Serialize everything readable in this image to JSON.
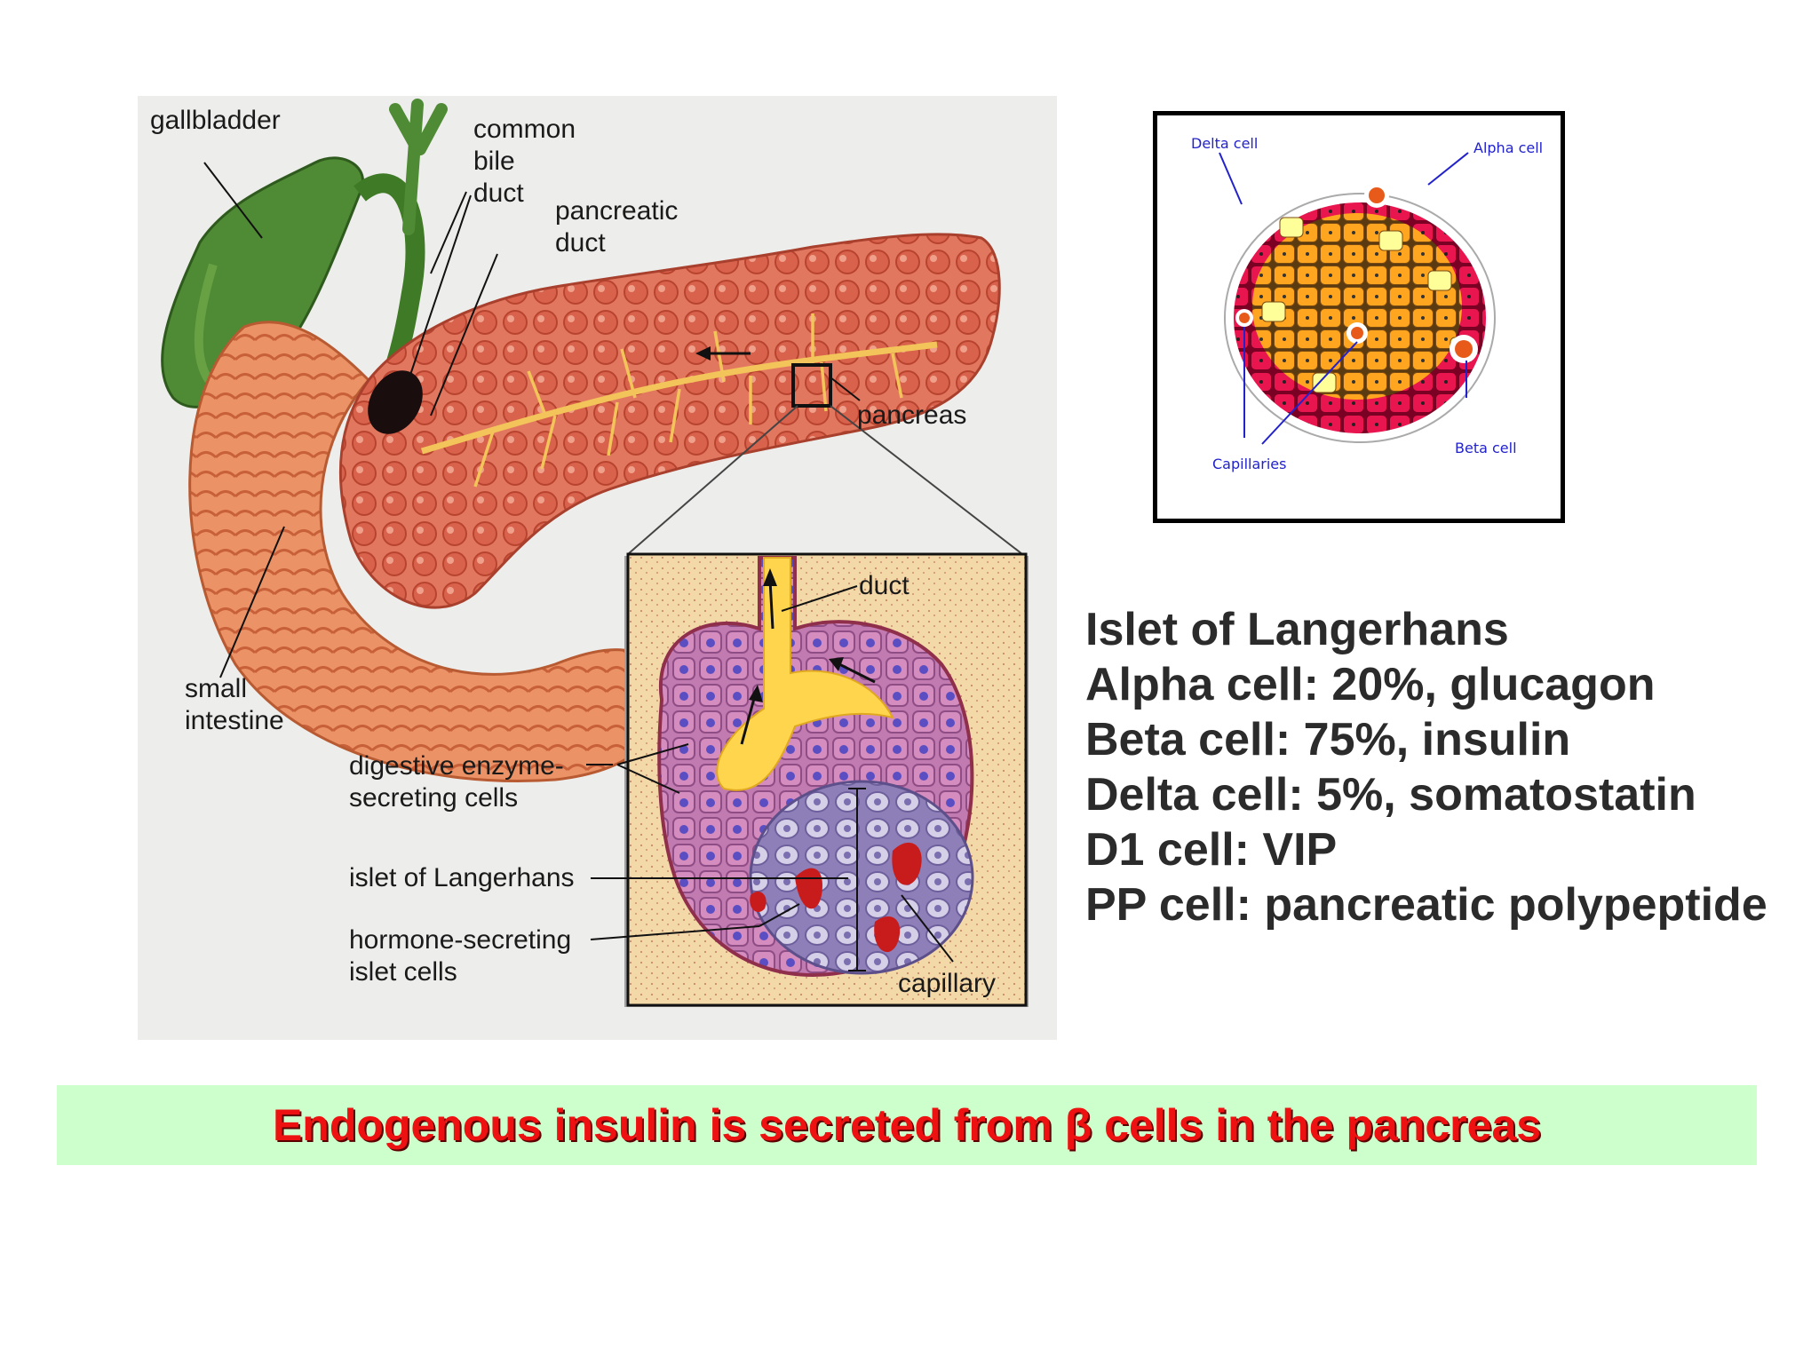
{
  "figure": {
    "labels": {
      "gallbladder": "gallbladder",
      "common_bile_duct": [
        "common",
        "bile",
        "duct"
      ],
      "pancreatic_duct": [
        "pancreatic",
        "duct"
      ],
      "pancreas": "pancreas",
      "small_intestine": [
        "small",
        "intestine"
      ],
      "duct": "duct",
      "digestive_enzyme_cells": [
        "digestive enzyme-",
        "secreting cells"
      ],
      "islet_of_langerhans": "islet of Langerhans",
      "hormone_secreting_cells": [
        "hormone-secreting",
        "islet cells"
      ],
      "capillary": "capillary"
    }
  },
  "islet_diagram": {
    "labels": {
      "delta_cell": "Delta cell",
      "alpha_cell": "Alpha cell",
      "beta_cell": "Beta cell",
      "capillaries": "Capillaries"
    }
  },
  "info": {
    "heading": "Islet of Langerhans",
    "lines": [
      "Alpha cell: 20%, glucagon",
      "Beta cell: 75%, insulin",
      "Delta cell: 5%, somatostatin",
      "D1 cell: VIP",
      "PP cell: pancreatic polypeptide"
    ]
  },
  "banner": {
    "text": "Endogenous insulin is secreted from β cells in the pancreas"
  },
  "colors": {
    "banner_bg": "#ccffcc",
    "banner_text": "#ee1111",
    "alpha_cell": "#e8154f",
    "beta_cell": "#ffa51f",
    "delta_cell": "#ffff99",
    "label_blue": "#2222cc"
  }
}
